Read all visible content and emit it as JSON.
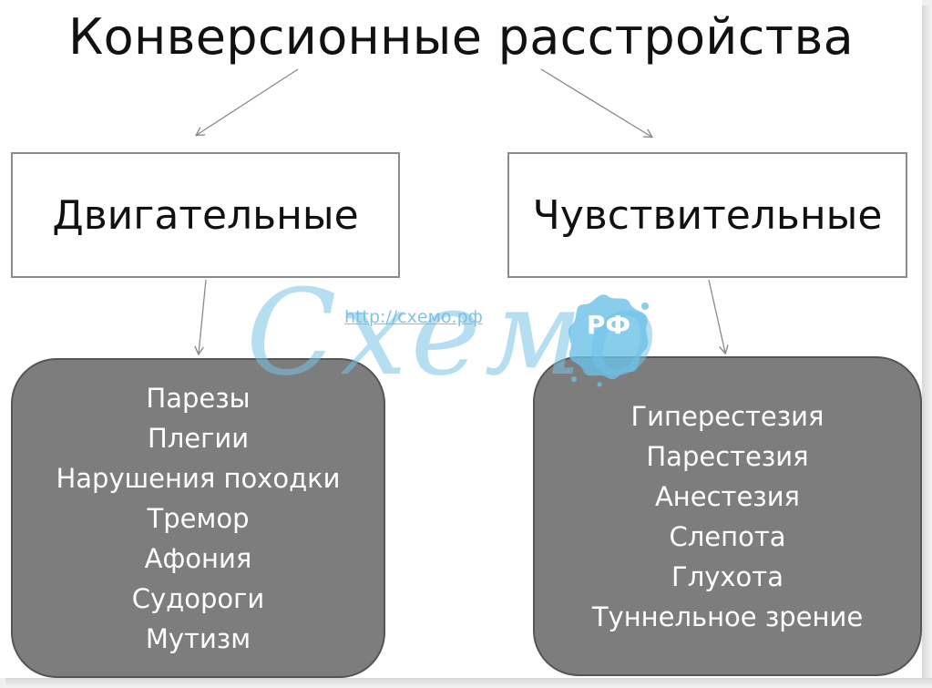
{
  "diagram": {
    "title": "Конверсионные расстройства",
    "categories": [
      {
        "label": "Двигательные",
        "items": [
          "Парезы",
          "Плегии",
          "Нарушения походки",
          "Тремор",
          "Афония",
          "Судороги",
          "Мутизм"
        ]
      },
      {
        "label": "Чувствительные",
        "items": [
          "Гиперестезия",
          "Парестезия",
          "Анестезия",
          "Слепота",
          "Глухота",
          "Туннельное зрение"
        ]
      }
    ]
  },
  "watermark": {
    "url": "http://схемо.рф",
    "script_text": "Схемо",
    "badge_text": "РФ",
    "color": "#6cc1e8"
  },
  "colors": {
    "list_box_fill": "#7d7d7d",
    "category_border": "#8c8c8c",
    "arrow": "#8a8a8a"
  }
}
